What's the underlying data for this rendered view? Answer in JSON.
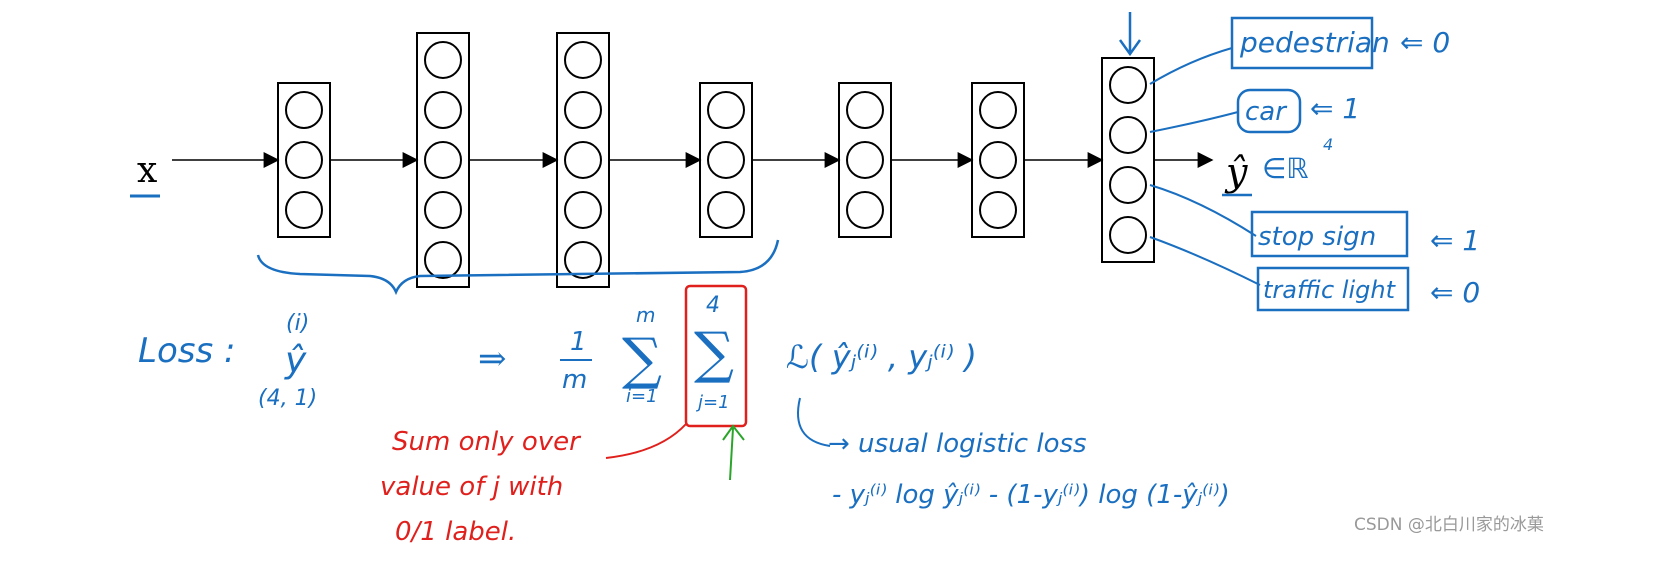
{
  "network": {
    "input_label": "x",
    "output_label": "ŷ",
    "output_space": "∈ℝ",
    "output_space_dim": "4",
    "layers": [
      3,
      5,
      5,
      3,
      3,
      3,
      4
    ]
  },
  "outputs": [
    {
      "label": "pedestrian",
      "value": "0"
    },
    {
      "label": "car",
      "value": "1"
    },
    {
      "label": "stop sign",
      "value": "1"
    },
    {
      "label": "traffic light",
      "value": "0"
    }
  ],
  "loss": {
    "title": "Loss :",
    "yhat": "ŷ",
    "yhat_sup": "(i)",
    "shape": "(4, 1)",
    "arrow": "⇒",
    "frac_num": "1",
    "frac_den": "m",
    "sum_outer_top": "m",
    "sum_outer_bottom": "i=1",
    "sum_inner_top": "4",
    "sum_inner_bottom": "j=1",
    "expr": "ℒ( ŷⱼ⁽ⁱ⁾ , yⱼ⁽ⁱ⁾ )",
    "usual": "→ usual logistic loss",
    "formula": "- yⱼ⁽ⁱ⁾ log ŷⱼ⁽ⁱ⁾ - (1-yⱼ⁽ⁱ⁾) log (1-ŷⱼ⁽ⁱ⁾)"
  },
  "annotation": {
    "line1": "Sum only over",
    "line2": "value of j with",
    "line3": "0/1 label."
  },
  "watermark": "CSDN @北白川家的冰菓",
  "colors": {
    "ink": "#000000",
    "blue": "#1a6fc0",
    "red": "#e0201c",
    "green": "#2aa52a",
    "watermark": "#999999"
  }
}
